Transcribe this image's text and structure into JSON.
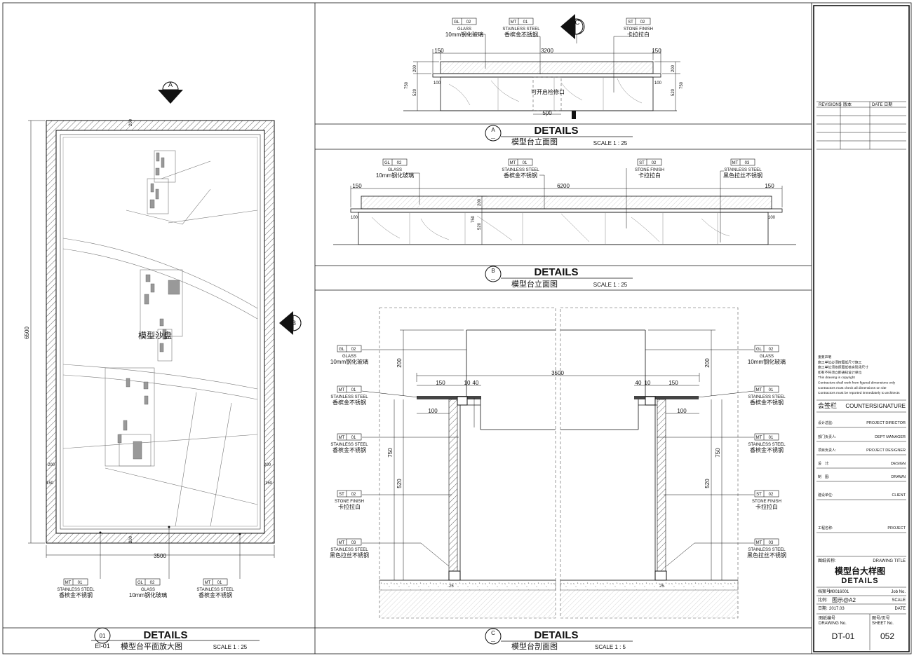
{
  "title_block": {
    "revisions_header": {
      "rev": "REVISIONS",
      "issue": "版本",
      "date": "DATE 日期"
    },
    "notes": [
      "重要声明",
      "施工单位必须按图纸尺寸施工",
      "施工单位须依照图纸核实现场尺寸",
      "如有不符须立即通知设计单位",
      "This drawing is copyright",
      "Contractors shall work from figured dimensions only",
      "Contractors must check all dimensions on site",
      "Contractors must be reported immediately to architects"
    ],
    "countersign_cn": "会签栏",
    "countersign_en": "COUNTERSIGNATURE",
    "roles": [
      {
        "cn": "设计总监:",
        "en": "PROJECT DIRECTOR"
      },
      {
        "cn": "部门负责人:",
        "en": "DEPT MANAGER"
      },
      {
        "cn": "项目负责人:",
        "en": "PROJECT DESIGNER"
      },
      {
        "cn": "设　计:",
        "en": "DESIGN"
      },
      {
        "cn": "制　图:",
        "en": "DRAWN"
      },
      {
        "cn": "建设单位:",
        "en": "CLIENT"
      },
      {
        "cn": "工程名称:",
        "en": "PROJECT"
      }
    ],
    "drawing_title_cn_label": "图纸名称:",
    "drawing_title_en_label": "DRAWING TITLE",
    "drawing_title_cn": "模型台大样图",
    "drawing_title_en": "DETAILS",
    "job_no_label": "档案号:",
    "job_no": "M0016001",
    "job_no_en": "Job No.",
    "scale_label": "比例:",
    "scale": "图示@A2",
    "scale_en": "SCALE",
    "date_label": "日期:",
    "date": "2017.03",
    "date_en": "DATE",
    "drawing_no_cn": "图纸编号",
    "drawing_no_en": "DRAWING No.",
    "drawing_no": "DT-01",
    "sheet_no_cn": "图号/页号",
    "sheet_no_en": "SHEET No.",
    "sheet_no": "052"
  },
  "tags": {
    "glass": {
      "code": "GL",
      "num": "02",
      "en": "GLASS",
      "cn": "10mm钢化玻璃"
    },
    "ss01": {
      "code": "MT",
      "num": "01",
      "en": "STAINLESS STEEL",
      "cn": "香槟金不锈钢"
    },
    "stone": {
      "code": "ST",
      "num": "02",
      "en": "STONE FINISH",
      "cn": "卡拉拉白"
    },
    "ss03": {
      "code": "MT",
      "num": "03",
      "en": "STAINLESS STEEL",
      "cn": "黑色拉丝不锈钢"
    }
  },
  "plan": {
    "marker_a": "A",
    "marker_b": "B",
    "label": "模型沙盘",
    "dim_width": "3500",
    "dim_height": "6500",
    "dim_200": "200",
    "dim_150": "150",
    "tag_num": "01",
    "tag_ref": "EI-01",
    "details": "DETAILS",
    "subtitle": "模型台平面放大图",
    "scale": "SCALE 1 : 25"
  },
  "elev_a": {
    "marker_c": "C",
    "dim_total": "3200",
    "dim_150": "150",
    "dim_200": "200",
    "dim_520": "520",
    "dim_750": "750",
    "dim_100": "100",
    "dim_500": "500",
    "note": "可开启检修口",
    "tag": "A",
    "details": "DETAILS",
    "subtitle": "模型台立面图",
    "scale": "SCALE 1 : 25"
  },
  "elev_b": {
    "dim_total": "6200",
    "dim_150": "150",
    "dim_200": "200",
    "dim_520": "520",
    "dim_750": "750",
    "dim_100": "100",
    "tag": "B",
    "details": "DETAILS",
    "subtitle": "模型台立面图",
    "scale": "SCALE 1 : 25"
  },
  "section_c": {
    "dim_3500": "3500",
    "dim_150": "150",
    "dim_10": "10",
    "dim_40": "40",
    "dim_100": "100",
    "dim_200": "200",
    "dim_750": "750",
    "dim_520": "520",
    "dim_25": "25",
    "tag": "C",
    "details": "DETAILS",
    "subtitle": "模型台剖面图",
    "scale": "SCALE 1 : 5"
  }
}
